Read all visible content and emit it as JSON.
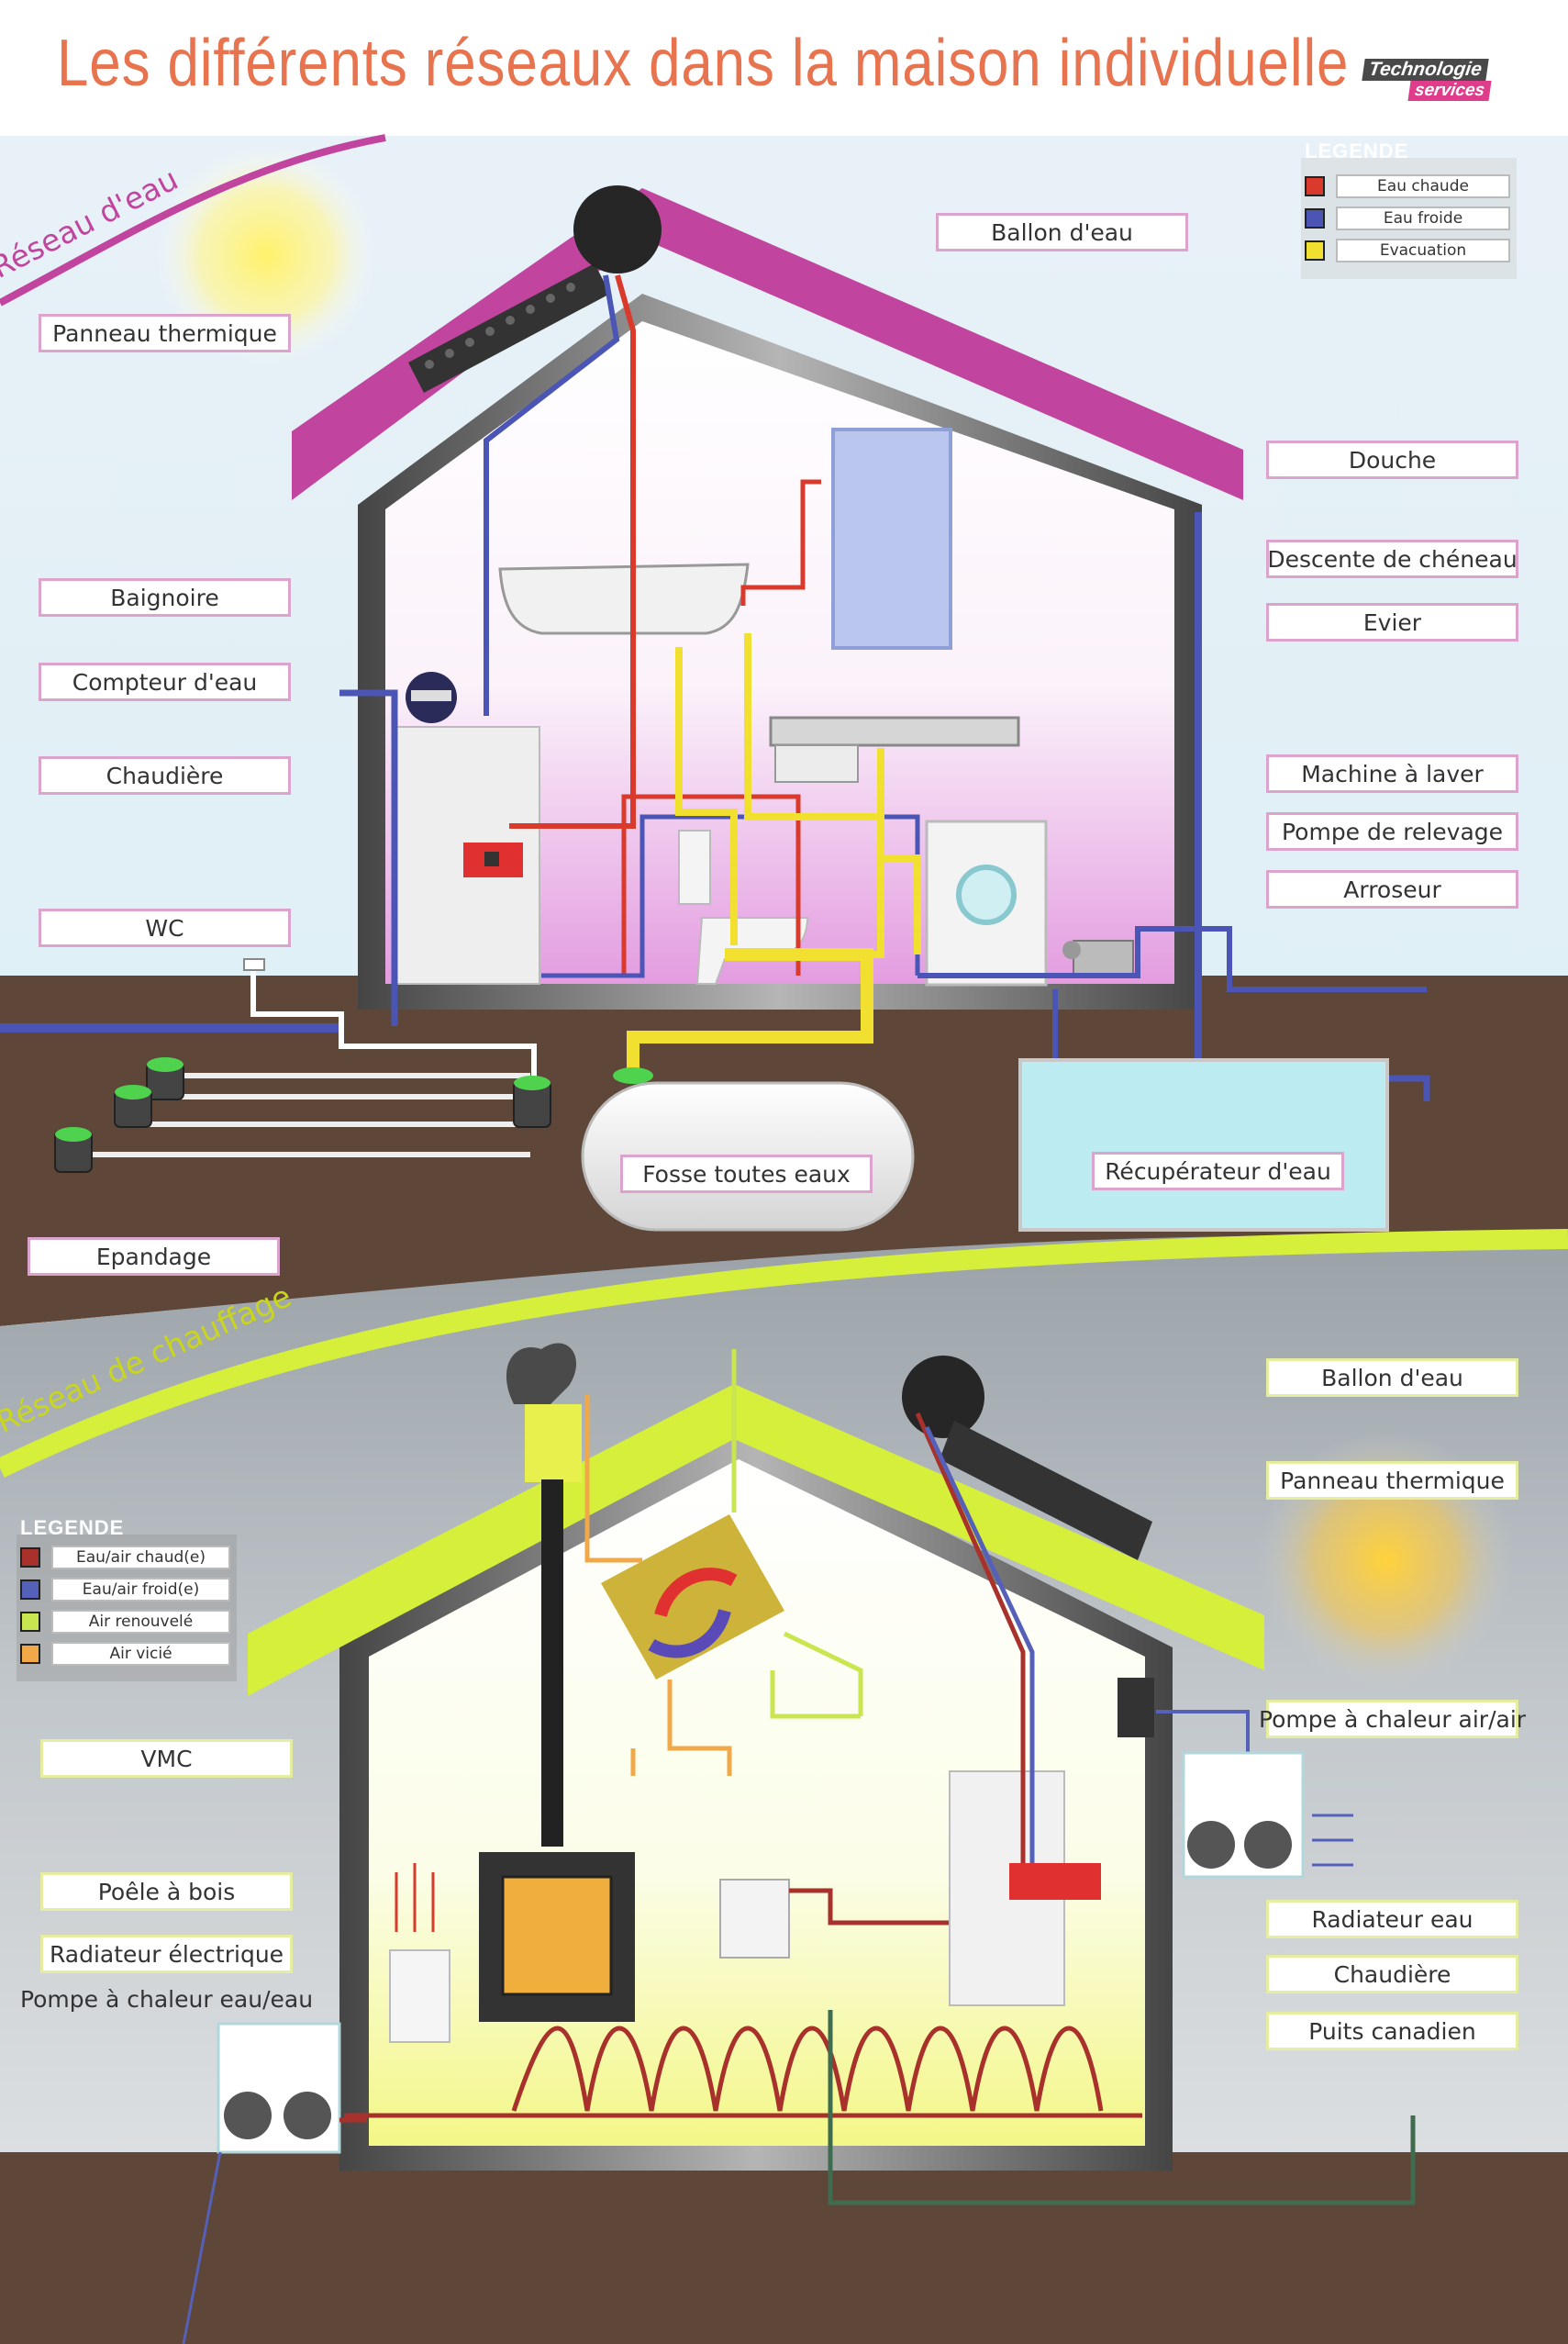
{
  "title": "Les différents réseaux dans la maison individuelle",
  "logo": {
    "line1": "Technologie",
    "line2": "services"
  },
  "colors": {
    "hot": "#d93a2b",
    "cold": "#4a55b5",
    "drain": "#f2e030",
    "renewed_air": "#c9e650",
    "stale_air": "#f0a848",
    "water_roof": "#c1449f",
    "heating_roof": "#d6ef3a",
    "ground": "#5e4638"
  },
  "water_network": {
    "arc_label": "Réseau d'eau",
    "legend": {
      "title": "LEGENDE",
      "items": [
        {
          "label": "Eau chaude",
          "color": "#d93a2b"
        },
        {
          "label": "Eau froide",
          "color": "#4a55b5"
        },
        {
          "label": "Evacuation",
          "color": "#f2e030"
        }
      ]
    },
    "labels": {
      "ballon": "Ballon d'eau",
      "panneau": "Panneau thermique",
      "douche": "Douche",
      "descente": "Descente de chéneau",
      "evier": "Evier",
      "baignoire": "Baignoire",
      "compteur": "Compteur d'eau",
      "chaudiere": "Chaudière",
      "machine": "Machine à laver",
      "pompe": "Pompe de relevage",
      "arroseur": "Arroseur",
      "wc": "WC",
      "fosse": "Fosse toutes eaux",
      "recuperateur": "Récupérateur d'eau",
      "epandage": "Epandage"
    }
  },
  "heating_network": {
    "arc_label": "Réseau de chauffage",
    "legend": {
      "title": "LEGENDE",
      "items": [
        {
          "label": "Eau/air chaud(e)",
          "color": "#a8312b"
        },
        {
          "label": "Eau/air froid(e)",
          "color": "#5560b8"
        },
        {
          "label": "Air renouvelé",
          "color": "#c9e650"
        },
        {
          "label": "Air vicié",
          "color": "#f0a848"
        }
      ]
    },
    "labels": {
      "ballon": "Ballon d'eau",
      "panneau": "Panneau thermique",
      "pac_air": "Pompe à chaleur air/air",
      "vmc": "VMC",
      "poele": "Poêle à bois",
      "radiateur_elec": "Radiateur électrique",
      "pac_eau": "Pompe à chaleur eau/eau",
      "radiateur_eau": "Radiateur eau",
      "chaudiere": "Chaudière",
      "puits": "Puits canadien"
    }
  }
}
